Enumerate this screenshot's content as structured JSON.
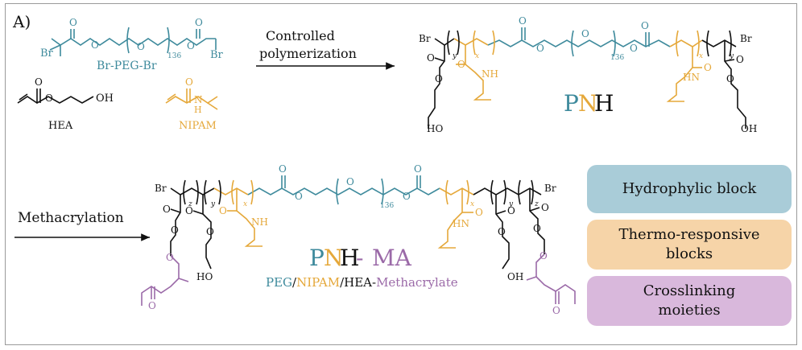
{
  "panel_label": "A)",
  "colors": {
    "peg": "#3e8a9c",
    "nipam": "#e5a83a",
    "hea": "#111111",
    "methacrylate": "#9b6aa8",
    "hydrophylic_bg": "#a9ccd8",
    "thermo_bg": "#f6d4a8",
    "crosslink_bg": "#d9b8dc"
  },
  "reagents": {
    "initiator_label": "Br-PEG-Br",
    "peg_repeat": "136",
    "initiator_br_left": "Br",
    "initiator_br_right": "Br",
    "hea_label": "HEA",
    "hea_oh": "OH",
    "nipam_label": "NIPAM",
    "nipam_nh": "N",
    "nipam_h": "H"
  },
  "step1": {
    "line1": "Controlled",
    "line2": "polymerization"
  },
  "step2": {
    "label": "Methacrylation"
  },
  "product1": {
    "name_p": "P",
    "name_n": "N",
    "name_h": "H",
    "br": "Br",
    "nh": "NH",
    "hn": "HN",
    "ho": "HO",
    "oh": "OH",
    "o": "O",
    "x": "x",
    "y": "y",
    "repeat": "136"
  },
  "product2": {
    "name_p": "P",
    "name_n": "N",
    "name_h": "H",
    "name_dash": "-",
    "name_ma": "MA",
    "sub_peg": "PEG",
    "sub_slash1": "/",
    "sub_nipam": "NIPAM",
    "sub_slash2": "/",
    "sub_hea": "HEA-",
    "sub_ma": "Methacrylate",
    "br": "Br",
    "nh": "NH",
    "hn": "HN",
    "ho": "HO",
    "oh": "OH",
    "o": "O",
    "x": "x",
    "y": "y",
    "z": "z",
    "repeat": "136"
  },
  "legend": {
    "hydrophylic": "Hydrophylic block",
    "thermo_line1": "Thermo-responsive",
    "thermo_line2": "blocks",
    "crosslink_line1": "Crosslinking",
    "crosslink_line2": "moieties"
  }
}
